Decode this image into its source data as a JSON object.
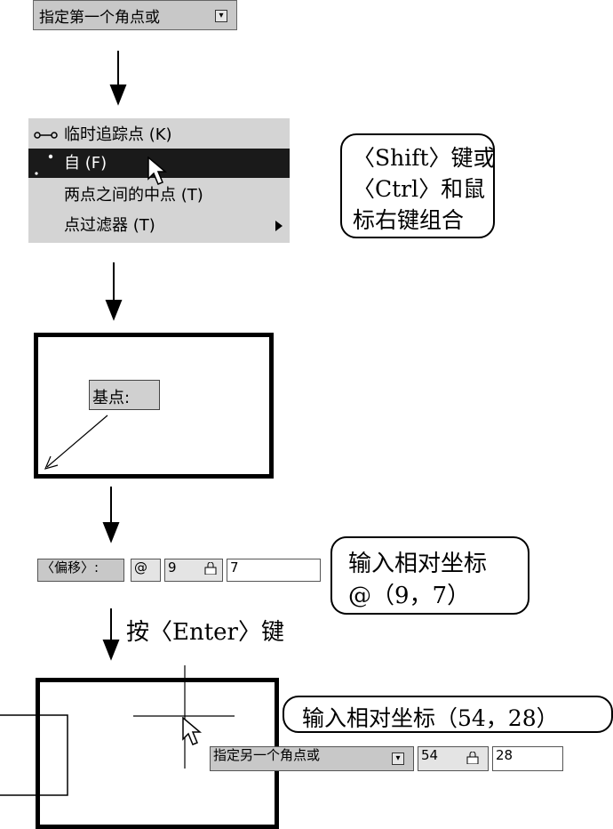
{
  "prompt1": {
    "label": "指定第一个角点或"
  },
  "menu": {
    "items": [
      {
        "label": "临时追踪点 (K)",
        "icon": "tracking-point-icon"
      },
      {
        "label": "自 (F)",
        "icon": "from-point-icon",
        "selected": true
      },
      {
        "label": "两点之间的中点 (T)",
        "icon": ""
      },
      {
        "label": "点过滤器 (T)",
        "icon": "",
        "submenu": true
      }
    ]
  },
  "callout1": {
    "lines": [
      "〈Shift〉键或",
      "〈Ctrl〉和鼠",
      "标右键组合"
    ]
  },
  "base_point": {
    "label": "基点:"
  },
  "offset_input": {
    "label": "〈偏移〉:",
    "at": "@",
    "x": "9",
    "y": "7"
  },
  "callout2": {
    "lines": [
      "输入相对坐标",
      "@（9，7）"
    ]
  },
  "enter_step": {
    "label": "按〈Enter〉键"
  },
  "callout3": {
    "text": "输入相对坐标（54，28）"
  },
  "prompt2": {
    "label": "指定另一个角点或",
    "x": "54",
    "y": "28"
  }
}
